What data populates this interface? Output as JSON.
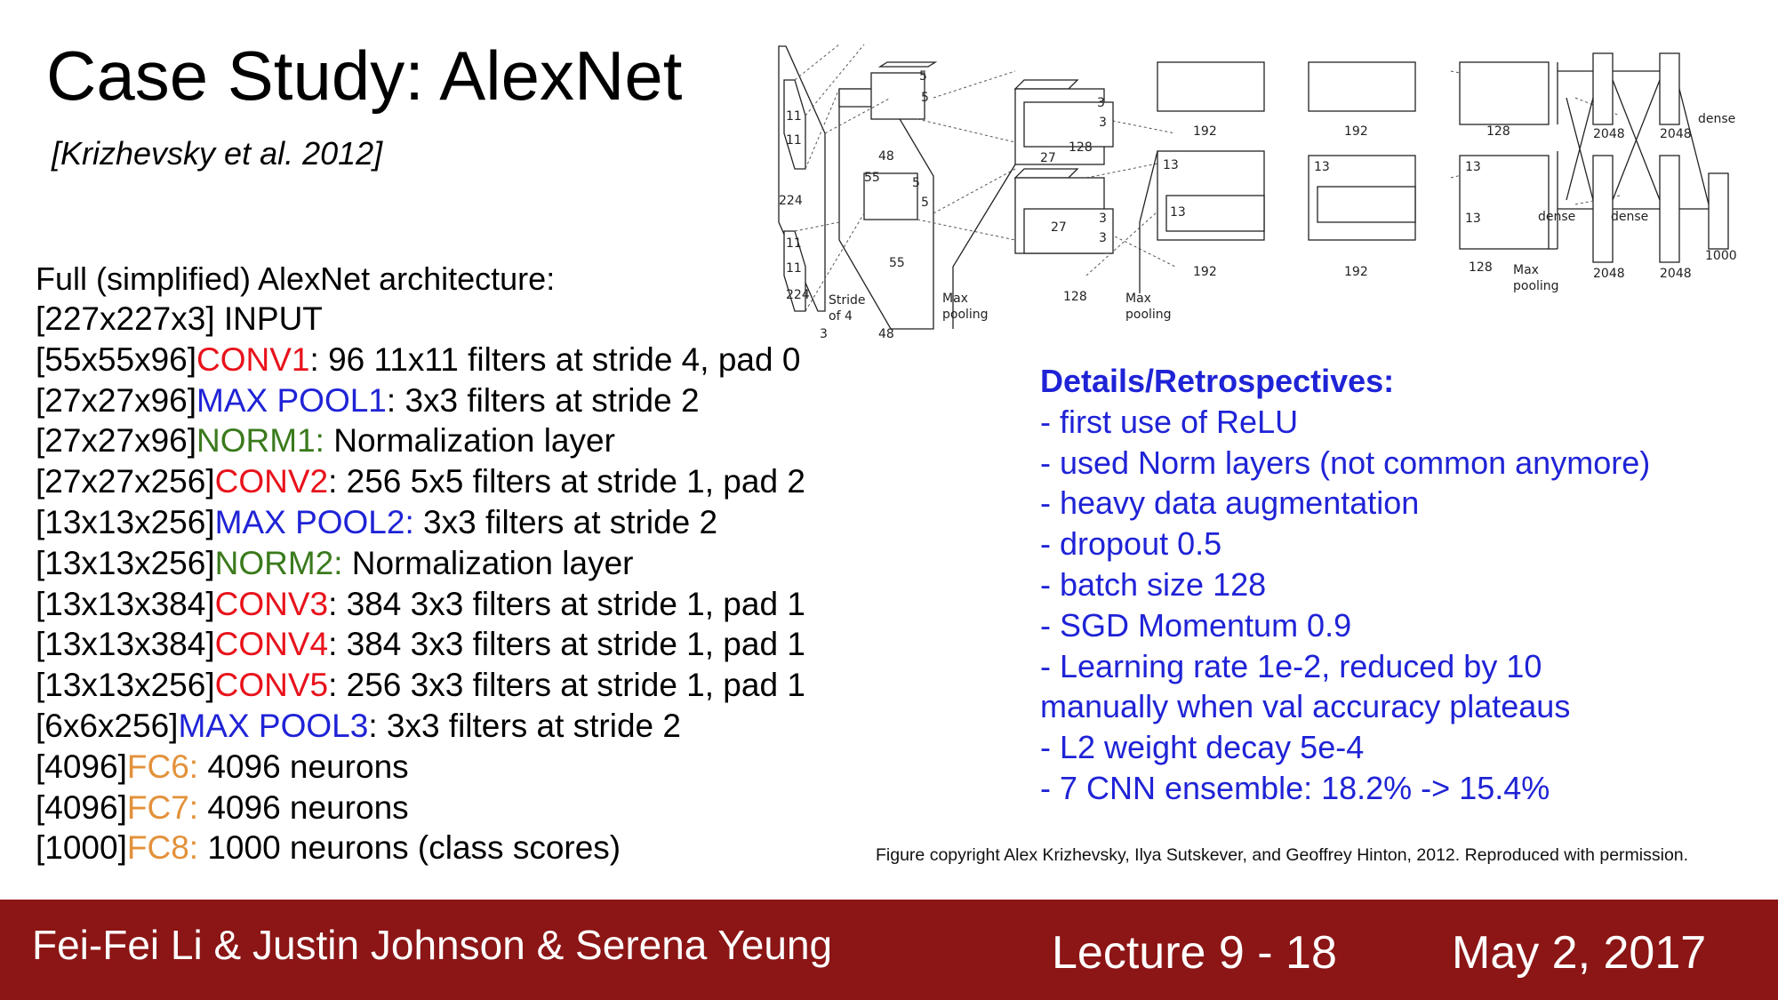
{
  "slide": {
    "title": "Case Study: AlexNet",
    "citation": "[Krizhevsky et al. 2012]",
    "arch_heading": "Full (simplified) AlexNet architecture:",
    "layers": [
      {
        "shape": "[227x227x3]",
        "name": "",
        "desc": " INPUT",
        "color": "#000000"
      },
      {
        "shape": "[55x55x96]",
        "name": "CONV1",
        "desc": ": 96 11x11 filters at stride 4, pad 0",
        "color": "#e8121b"
      },
      {
        "shape": "[27x27x96]",
        "name": "MAX POOL1",
        "desc": ": 3x3 filters at stride 2",
        "color": "#1f23d6"
      },
      {
        "shape": "[27x27x96]",
        "name": "NORM1:",
        "desc": " Normalization layer",
        "color": "#3a7a1c"
      },
      {
        "shape": "[27x27x256]",
        "name": "CONV2",
        "desc": ": 256 5x5 filters at stride 1, pad 2",
        "color": "#e8121b"
      },
      {
        "shape": "[13x13x256]",
        "name": "MAX POOL2:",
        "desc": " 3x3 filters at stride 2",
        "color": "#1f23d6"
      },
      {
        "shape": "[13x13x256]",
        "name": "NORM2:",
        "desc": " Normalization layer",
        "color": "#3a7a1c"
      },
      {
        "shape": "[13x13x384]",
        "name": "CONV3",
        "desc": ": 384 3x3 filters at stride 1, pad 1",
        "color": "#e8121b"
      },
      {
        "shape": "[13x13x384]",
        "name": "CONV4",
        "desc": ": 384 3x3 filters at stride 1, pad 1",
        "color": "#e8121b"
      },
      {
        "shape": "[13x13x256]",
        "name": "CONV5",
        "desc": ": 256 3x3 filters at stride 1, pad 1",
        "color": "#e8121b"
      },
      {
        "shape": "[6x6x256]",
        "name": "MAX POOL3",
        "desc": ": 3x3 filters at stride 2",
        "color": "#1f23d6"
      },
      {
        "shape": "[4096]",
        "name": "FC6:",
        "desc": " 4096 neurons",
        "color": "#e3913a"
      },
      {
        "shape": "[4096]",
        "name": "FC7:",
        "desc": " 4096 neurons",
        "color": "#e3913a"
      },
      {
        "shape": "[1000]",
        "name": "FC8:",
        "desc": " 1000 neurons (class scores)",
        "color": "#e3913a"
      }
    ],
    "details": {
      "heading": "Details/Retrospectives:",
      "items": [
        "- first use of ReLU",
        "- used Norm layers (not common anymore)",
        "- heavy data augmentation",
        "- dropout 0.5",
        "- batch size 128",
        "- SGD Momentum 0.9",
        "- Learning rate 1e-2, reduced by 10",
        "manually when val accuracy plateaus",
        "- L2 weight decay 5e-4",
        "- 7 CNN ensemble: 18.2% -> 15.4%"
      ]
    },
    "figure_copyright": "Figure copyright Alex Krizhevsky, Ilya Sutskever, and Geoffrey Hinton, 2012. Reproduced with permission.",
    "footer": {
      "authors": "Fei-Fei Li & Justin Johnson & Serena Yeung",
      "lecture": "Lecture 9 - 18",
      "date": "May 2, 2017",
      "background_color": "#8c1515"
    },
    "diagram_labels": {
      "input_size": "224",
      "input_size_bottom": "224",
      "input_depth": "3",
      "kernel1": "11",
      "stride_label": "Stride",
      "stride_value": "of 4",
      "conv1_size": "55",
      "conv1_depth": "48",
      "kernel2": "5",
      "conv2_size": "27",
      "conv2_depth": "128",
      "kernel3": "3",
      "conv3_size": "13",
      "conv3_depth": "192",
      "conv5_depth": "128",
      "pool_label": "Max",
      "pool_label2": "pooling",
      "fc_size": "2048",
      "dense": "dense",
      "out_size": "1000"
    }
  }
}
